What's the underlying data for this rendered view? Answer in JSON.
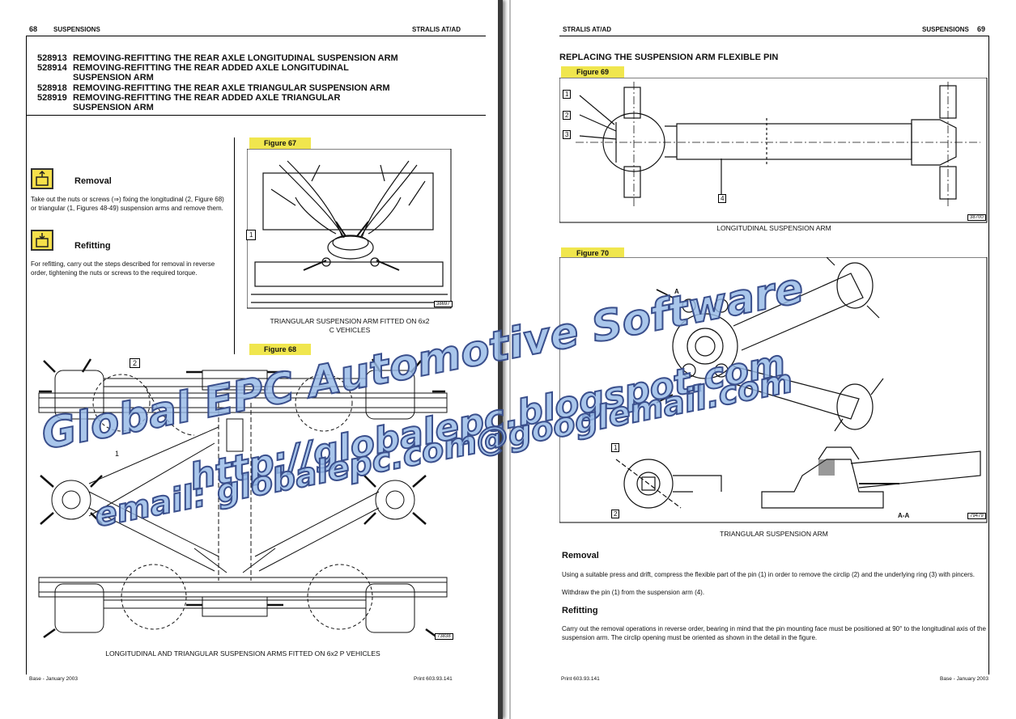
{
  "left_page": {
    "page_number": "68",
    "section": "SUSPENSIONS",
    "model": "STRALIS AT/AD",
    "titles": [
      {
        "code": "528913",
        "text": "REMOVING-REFITTING THE REAR AXLE LONGITUDINAL SUSPENSION ARM"
      },
      {
        "code": "528914",
        "text": "REMOVING-REFITTING THE REAR ADDED AXLE LONGITUDINAL SUSPENSION ARM"
      },
      {
        "code": "528918",
        "text": "REMOVING-REFITTING THE REAR AXLE TRIANGULAR SUSPENSION ARM"
      },
      {
        "code": "528919",
        "text": "REMOVING-REFITTING THE REAR ADDED AXLE TRIANGULAR SUSPENSION ARM"
      }
    ],
    "removal_heading": "Removal",
    "removal_text": "Take out the nuts or screws (⇒) fixing the longitudinal (2, Figure 68) or triangular (1, Figures 48-49) suspension arms and remove them.",
    "refitting_heading": "Refitting",
    "refitting_text": "For refitting, carry out the steps described for removal in reverse order, tightening the nuts or screws to the required torque.",
    "fig67_label": "Figure 67",
    "fig67_caption": "TRIANGULAR SUSPENSION ARM FITTED ON 6x2 C VEHICLES",
    "fig67_code": "38697",
    "fig67_callout": "1",
    "fig68_label": "Figure 68",
    "fig68_caption": "LONGITUDINAL AND TRIANGULAR SUSPENSION ARMS FITTED ON 6x2 P VEHICLES",
    "fig68_code": "73838",
    "fig68_callout_1": "1",
    "fig68_callout_2": "2",
    "footer_left": "Base - January 2003",
    "footer_right": "Print 603.93.141"
  },
  "right_page": {
    "page_number": "69",
    "section": "SUSPENSIONS",
    "model": "STRALIS AT/AD",
    "title": "REPLACING THE SUSPENSION ARM FLEXIBLE PIN",
    "fig69_label": "Figure 69",
    "fig69_caption": "LONGITUDINAL SUSPENSION ARM",
    "fig69_code": "38700",
    "fig69_callouts": [
      "1",
      "2",
      "3",
      "4"
    ],
    "fig70_label": "Figure 70",
    "fig70_caption": "TRIANGULAR SUSPENSION ARM",
    "fig70_code": "79479",
    "fig70_section_mark": "A",
    "fig70_section_label": "A-A",
    "fig70_callouts": [
      "1",
      "2"
    ],
    "removal_heading": "Removal",
    "removal_text": "Using a suitable press and drift, compress the flexible part of the pin (1) in order to remove the circlip (2) and the underlying ring (3) with pincers.",
    "removal_text2": "Withdraw the pin (1) from the suspension arm (4).",
    "refitting_heading": "Refitting",
    "refitting_text": "Carry out the removal operations in reverse order, bearing in mind that the pin mounting face must be positioned at 90° to the longitudinal axis of the suspension arm. The circlip opening must be oriented as shown in the detail in the figure.",
    "footer_left": "Print 603.93.141",
    "footer_right": "Base - January 2003"
  },
  "watermark": {
    "line1": "Global EPC Automotive Software",
    "line2": "http://globalepc.blogspot.com",
    "line3": "email: globalepc.com@googlemail.com"
  },
  "colors": {
    "figure_label": "#f0e64e",
    "watermark_fill": "#96b9e6",
    "watermark_stroke": "#3a4f8c"
  }
}
